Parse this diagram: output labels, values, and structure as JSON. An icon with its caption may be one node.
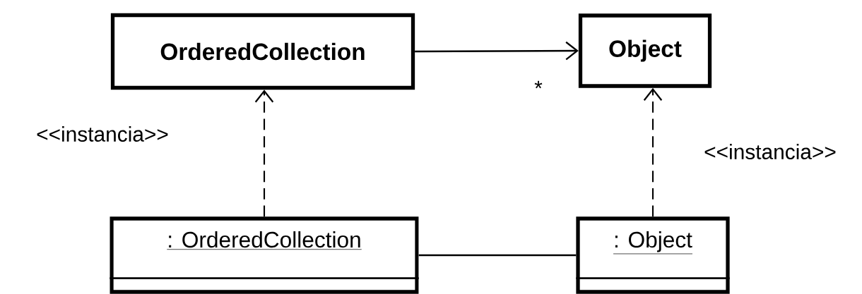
{
  "diagram": {
    "nodes": [
      {
        "text": [
          "OrderedCollection"
        ]
      },
      {
        "text": [
          "Object"
        ]
      },
      {
        "text": [
          ": OrderedCollection"
        ]
      },
      {
        "text": [
          ": Object"
        ]
      }
    ],
    "edges": [
      {
        "from": 0,
        "to": 1,
        "arrow": "to",
        "label": "*"
      },
      {
        "from": 2,
        "to": 0,
        "arrow": "to",
        "style": "dashed",
        "label": "<<instancia>>"
      },
      {
        "from": 3,
        "to": 1,
        "arrow": "to",
        "style": "dashed",
        "label": "<<instancia>>"
      },
      {
        "from": 2,
        "to": 3,
        "arrow": "none"
      }
    ]
  }
}
